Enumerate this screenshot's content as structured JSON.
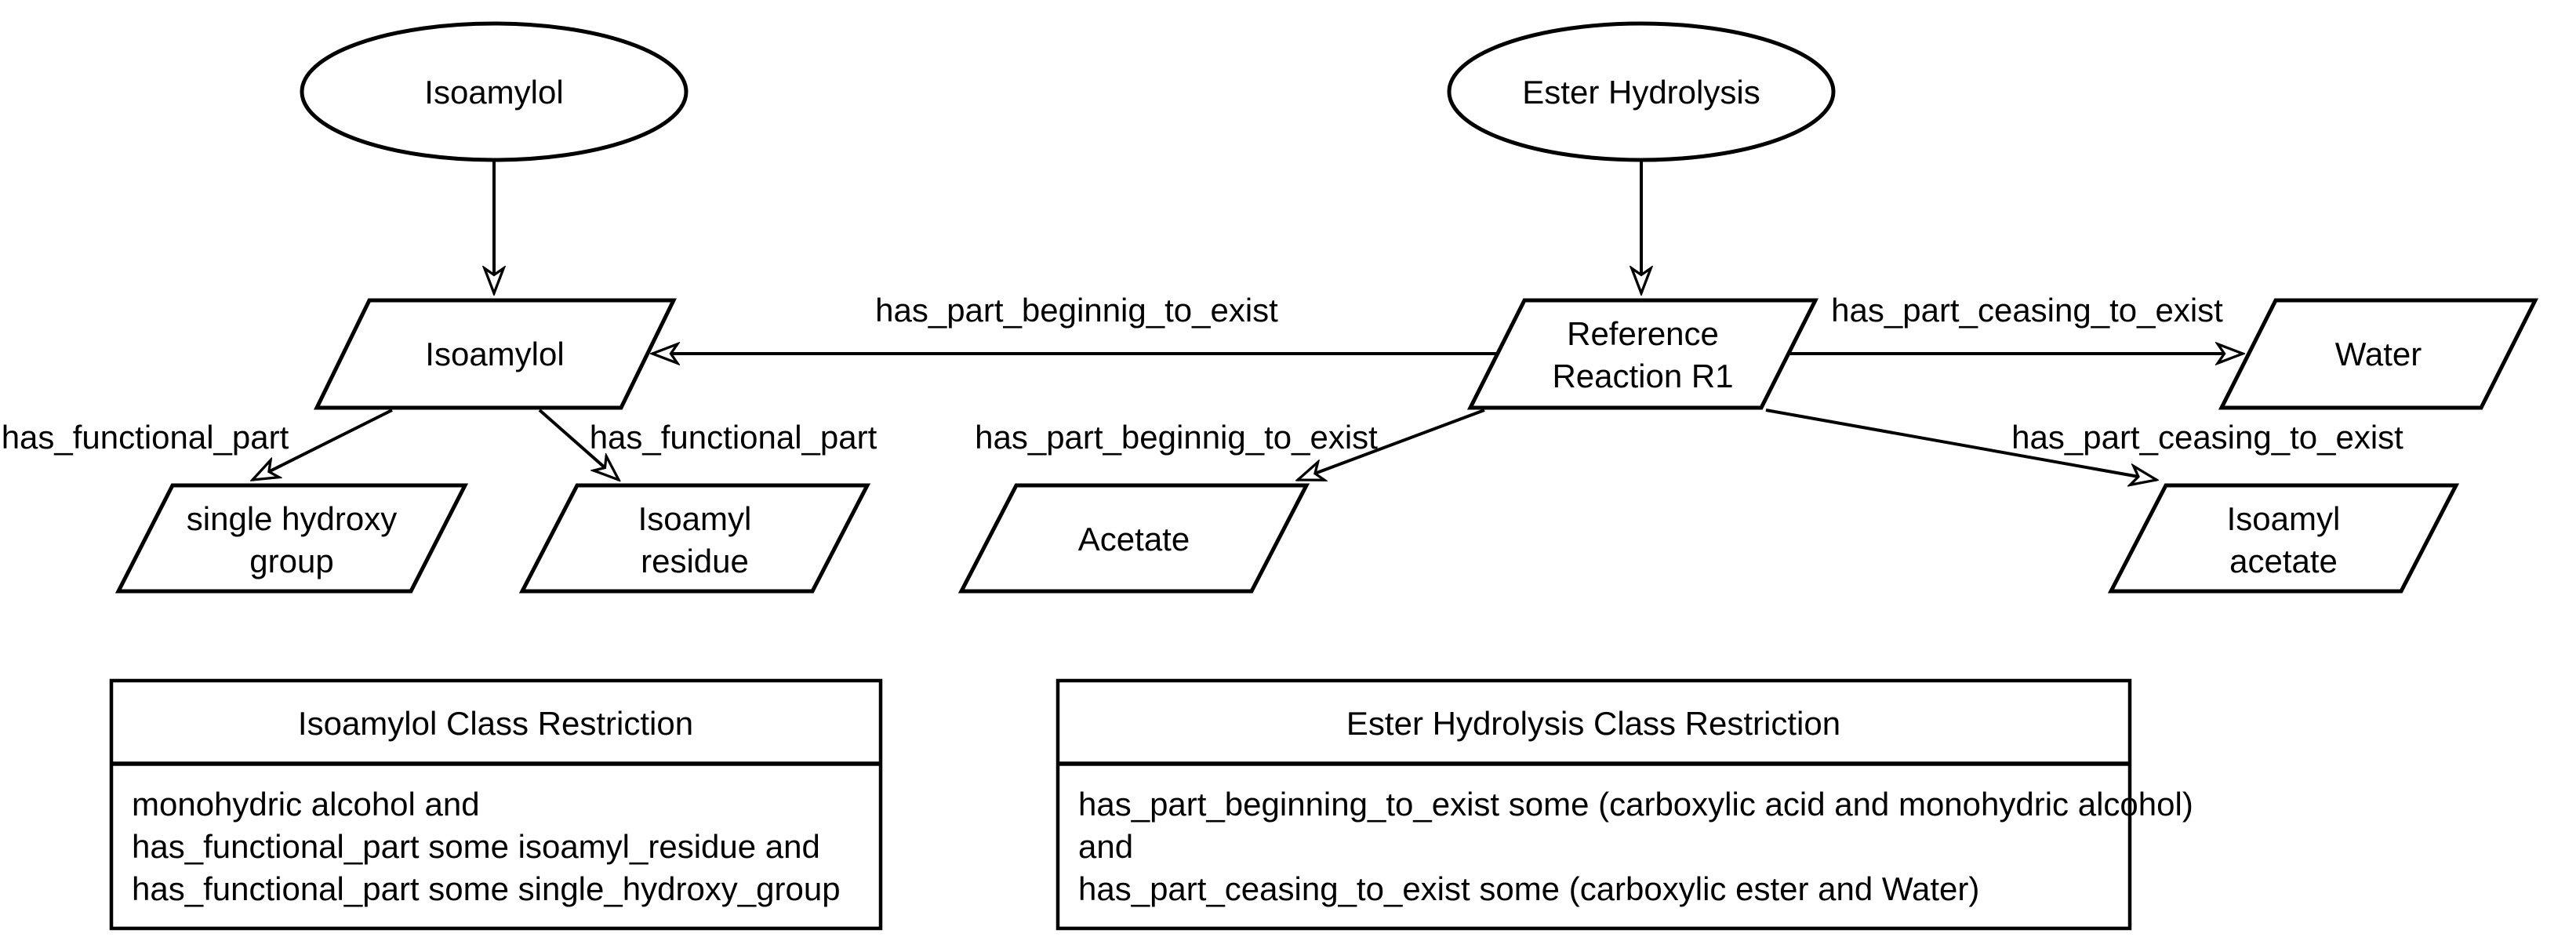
{
  "colors": {
    "background": "#ffffff",
    "stroke": "#000000",
    "text": "#000000"
  },
  "nodes": {
    "isoamylol_class": {
      "label": "Isoamylol"
    },
    "ester_hydrolysis_class": {
      "label": "Ester Hydrolysis"
    },
    "isoamylol_individual": {
      "label": "Isoamylol"
    },
    "reference_reaction": {
      "label_line1": "Reference",
      "label_line2": "Reaction R1"
    },
    "water": {
      "label": "Water"
    },
    "single_hydroxy_group": {
      "label_line1": "single hydroxy",
      "label_line2": "group"
    },
    "isoamyl_residue": {
      "label_line1": "Isoamyl",
      "label_line2": "residue"
    },
    "acetate": {
      "label": "Acetate"
    },
    "isoamyl_acetate": {
      "label_line1": "Isoamyl",
      "label_line2": "acetate"
    }
  },
  "edges": {
    "r1_to_isoamylol": {
      "label": "has_part_beginnig_to_exist"
    },
    "r1_to_water": {
      "label": "has_part_ceasing_to_exist"
    },
    "r1_to_acetate": {
      "label": "has_part_beginnig_to_exist"
    },
    "r1_to_isoamyl_acetate": {
      "label": "has_part_ceasing_to_exist"
    },
    "isoamylol_to_single_hydroxy": {
      "label": "has_functional_part"
    },
    "isoamylol_to_isoamyl_residue": {
      "label": "has_functional_part"
    }
  },
  "restriction_boxes": {
    "isoamylol": {
      "title": "Isoamylol Class Restriction",
      "lines": [
        "monohydric alcohol and",
        "has_functional_part some isoamyl_residue and",
        "has_functional_part some single_hydroxy_group"
      ]
    },
    "ester_hydrolysis": {
      "title": "Ester Hydrolysis Class Restriction",
      "lines": [
        "has_part_beginning_to_exist some (carboxylic acid and monohydric alcohol)",
        "and",
        "has_part_ceasing_to_exist some (carboxylic ester and Water)"
      ]
    }
  }
}
